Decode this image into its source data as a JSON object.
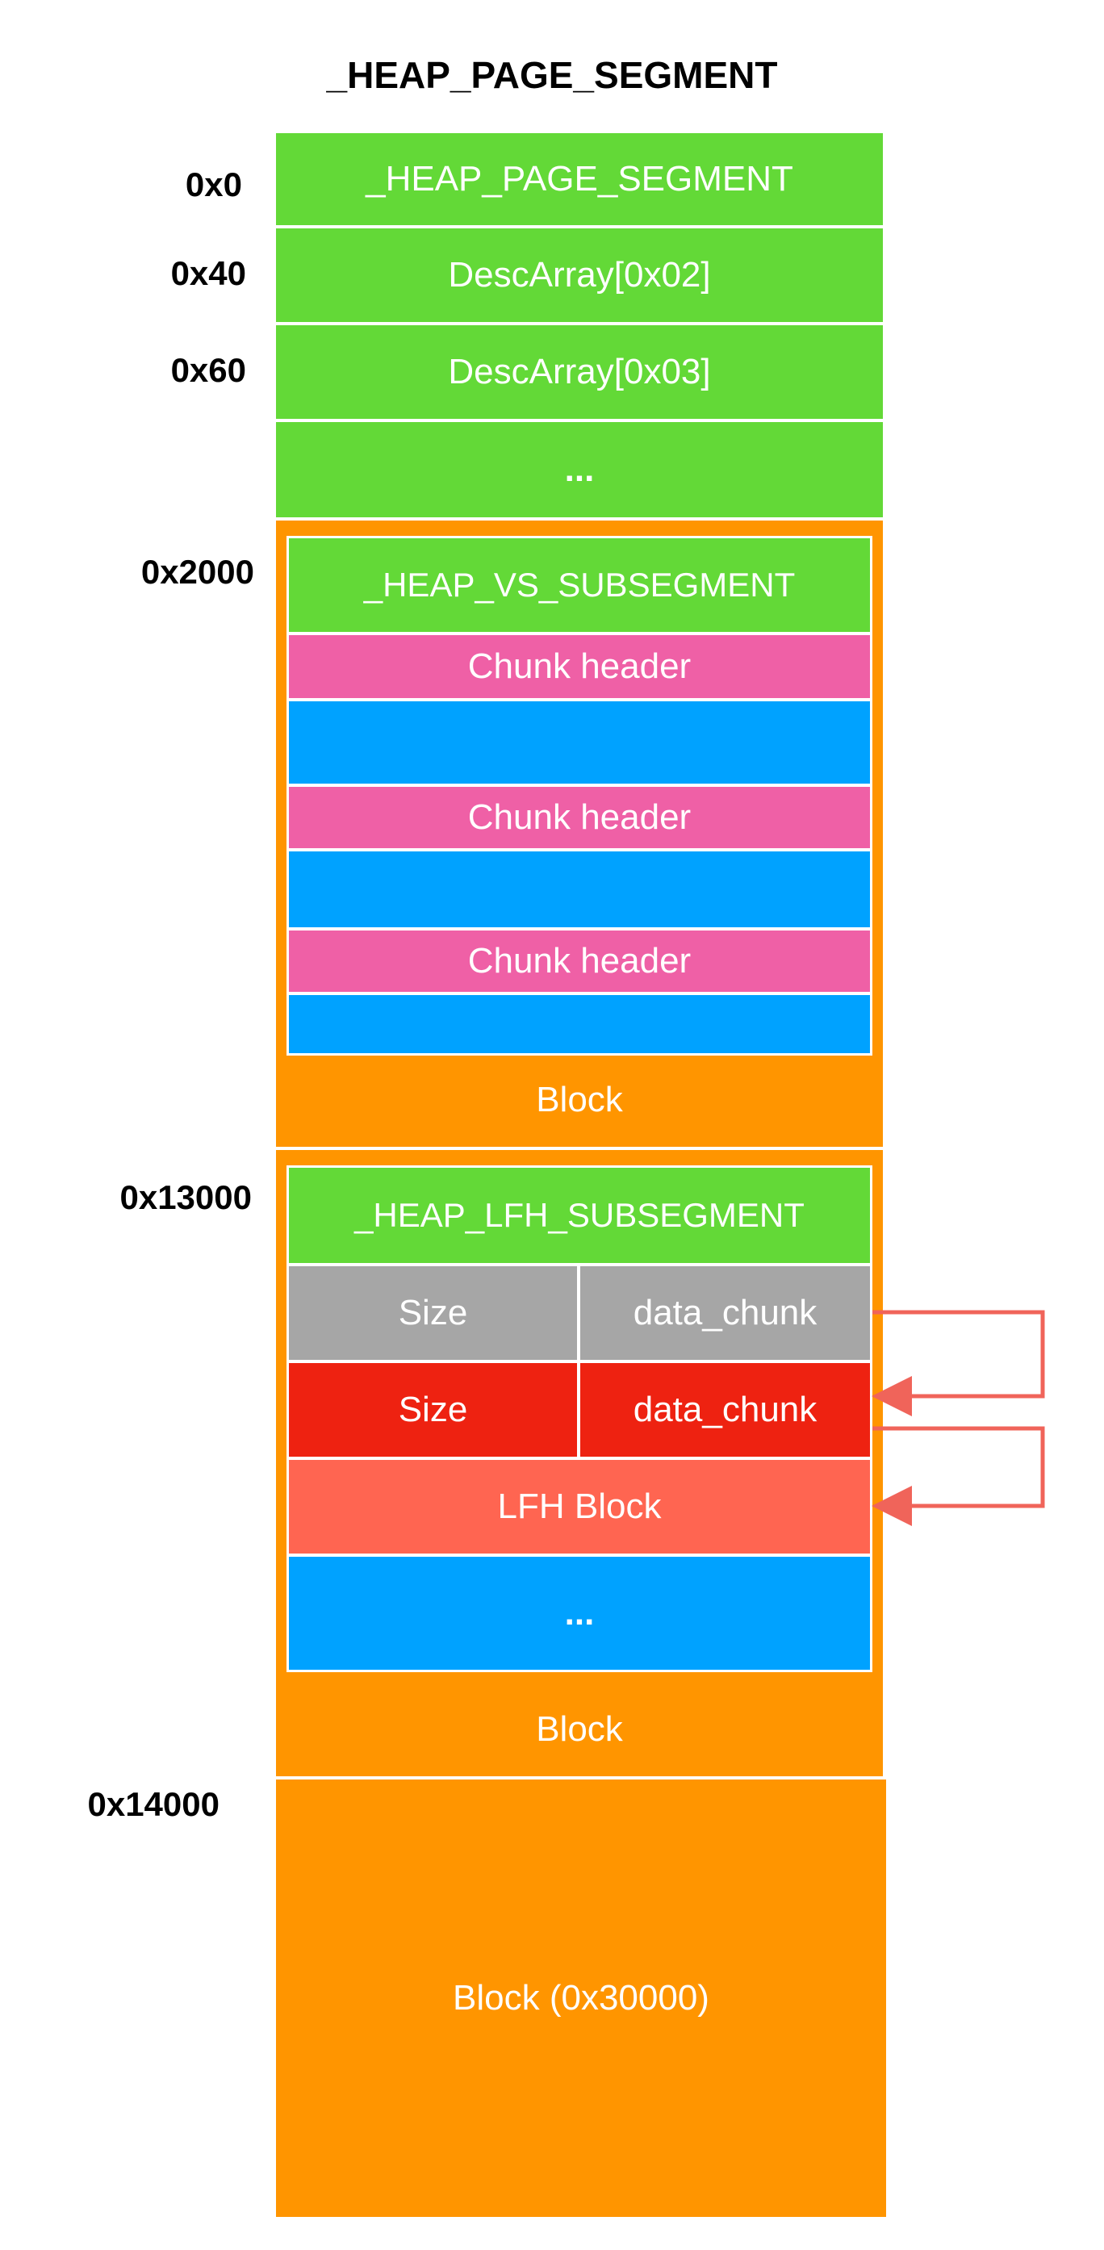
{
  "title": "_HEAP_PAGE_SEGMENT",
  "addresses": {
    "a0": "0x0",
    "a40": "0x40",
    "a60": "0x60",
    "a2000": "0x2000",
    "a13000": "0x13000",
    "a14000": "0x14000"
  },
  "segment_rows": {
    "header": "_HEAP_PAGE_SEGMENT",
    "desc2": "DescArray[0x02]",
    "desc3": "DescArray[0x03]",
    "ellipsis": "..."
  },
  "vs_block": {
    "subsegment": "_HEAP_VS_SUBSEGMENT",
    "chunk_headers": [
      "Chunk header",
      "Chunk header",
      "Chunk header"
    ],
    "label": "Block"
  },
  "lfh_block": {
    "subsegment": "_HEAP_LFH_SUBSEGMENT",
    "rows": [
      {
        "size": "Size",
        "data": "data_chunk"
      },
      {
        "size": "Size",
        "data": "data_chunk"
      }
    ],
    "lfh": "LFH Block",
    "ellipsis": "...",
    "label": "Block"
  },
  "last_block": {
    "label": "Block (0x30000)"
  },
  "colors": {
    "green": "#63d937",
    "orange": "#ff9500",
    "pink": "#ef60a6",
    "blue": "#00a2ff",
    "gray": "#a6a6a6",
    "red": "#ee2211",
    "salmon": "#ff6551",
    "arrow": "#f0645a"
  }
}
